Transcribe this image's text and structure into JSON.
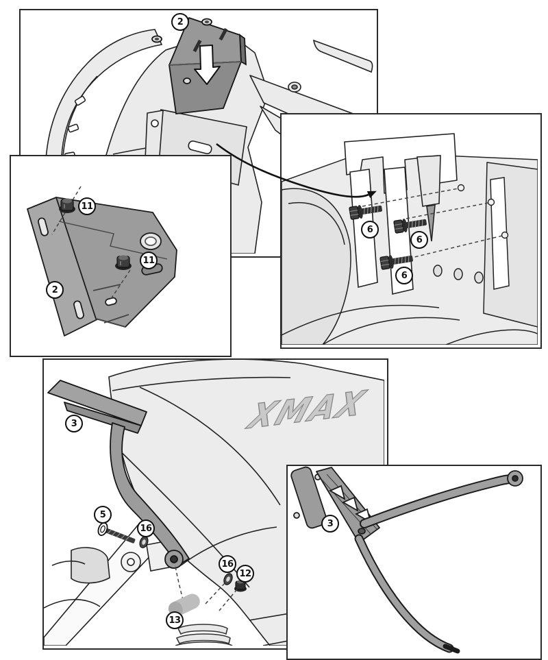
{
  "colors": {
    "outline": "#1f1f1f",
    "body_gray": "#ebebeb",
    "part_gray": "#9c9c9c",
    "hardware_dark": "#3a3a3a",
    "logo_gray": "#c9c9c9",
    "callout_bg": "#ffffff"
  },
  "panels": {
    "top_overview": {
      "callouts": {
        "bracket_plate": "2"
      }
    },
    "bracket_detail": {
      "callouts": {
        "nut_upper": "11",
        "nut_lower": "11",
        "bracket_plate": "2"
      }
    },
    "frame_bolts": {
      "callouts": {
        "bolt_upper": "6",
        "bolt_middle": "6",
        "bolt_lower": "6"
      }
    },
    "side_view": {
      "logo": "XMAX",
      "callouts": {
        "rack": "3",
        "screw": "5",
        "washer_front": "16",
        "washer_rear": "16",
        "nut": "12",
        "bushing": "13"
      }
    },
    "rack_inset": {
      "callouts": {
        "rack": "3"
      }
    }
  }
}
